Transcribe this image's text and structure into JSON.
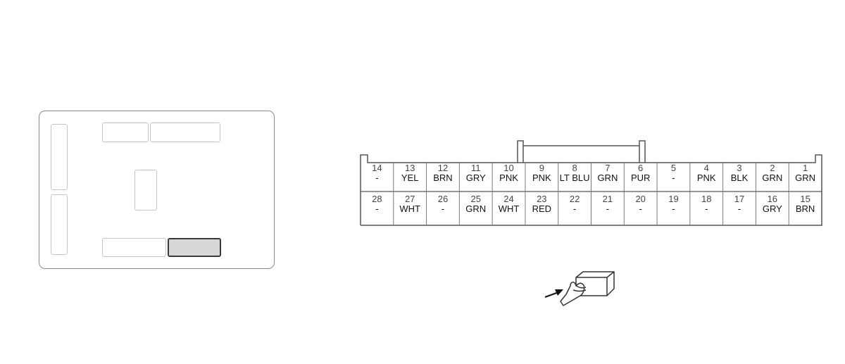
{
  "locator": {
    "highlighted": "connector-slot-bottom-right"
  },
  "connector": {
    "top_row": [
      {
        "pin": "14",
        "color": "-"
      },
      {
        "pin": "13",
        "color": "YEL"
      },
      {
        "pin": "12",
        "color": "BRN"
      },
      {
        "pin": "11",
        "color": "GRY"
      },
      {
        "pin": "10",
        "color": "PNK"
      },
      {
        "pin": "9",
        "color": "PNK"
      },
      {
        "pin": "8",
        "color": "LT BLU"
      },
      {
        "pin": "7",
        "color": "GRN"
      },
      {
        "pin": "6",
        "color": "PUR"
      },
      {
        "pin": "5",
        "color": "-"
      },
      {
        "pin": "4",
        "color": "PNK"
      },
      {
        "pin": "3",
        "color": "BLK"
      },
      {
        "pin": "2",
        "color": "GRN"
      },
      {
        "pin": "1",
        "color": "GRN"
      }
    ],
    "bottom_row": [
      {
        "pin": "28",
        "color": "-"
      },
      {
        "pin": "27",
        "color": "WHT"
      },
      {
        "pin": "26",
        "color": "-"
      },
      {
        "pin": "25",
        "color": "GRN"
      },
      {
        "pin": "24",
        "color": "WHT"
      },
      {
        "pin": "23",
        "color": "RED"
      },
      {
        "pin": "22",
        "color": "-"
      },
      {
        "pin": "21",
        "color": "-"
      },
      {
        "pin": "20",
        "color": "-"
      },
      {
        "pin": "19",
        "color": "-"
      },
      {
        "pin": "18",
        "color": "-"
      },
      {
        "pin": "17",
        "color": "-"
      },
      {
        "pin": "16",
        "color": "GRY"
      },
      {
        "pin": "15",
        "color": "BRN"
      }
    ]
  },
  "icons": {
    "terminal_side": "hand-pointing-connector-icon"
  }
}
